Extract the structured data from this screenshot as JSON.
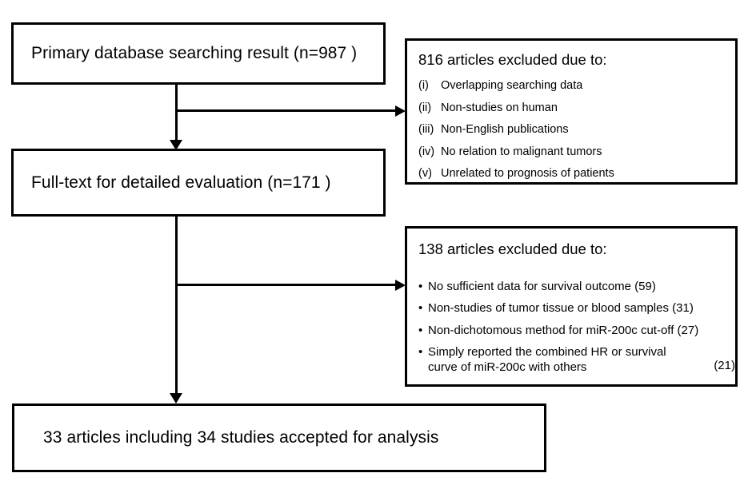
{
  "figure": {
    "type": "prisma-flowchart",
    "background_color": "#ffffff",
    "line_color": "#000000"
  },
  "stages": {
    "primary": {
      "label": "Primary database searching result (n=",
      "count": "987",
      "suffix": " )"
    },
    "fulltext": {
      "label": "Full-text for detailed evaluation (n=",
      "count": "171",
      "suffix": " )"
    },
    "accepted": {
      "label": "33 articles including  34 studies accepted for analysis"
    }
  },
  "exclusions": {
    "first": {
      "title": "816 articles excluded due to:",
      "items": [
        {
          "marker": "(i)",
          "text": "Overlapping searching data"
        },
        {
          "marker": "(ii)",
          "text": "Non-studies on human"
        },
        {
          "marker": "(iii)",
          "text": "Non-English publications"
        },
        {
          "marker": "(iv)",
          "text": "No relation to malignant tumors"
        },
        {
          "marker": "(v)",
          "text": "Unrelated to prognosis of patients"
        }
      ]
    },
    "second": {
      "title": "138 articles excluded due to:",
      "items": [
        {
          "marker": "•",
          "text": "No sufficient data for survival outcome (59)"
        },
        {
          "marker": "•",
          "text": "Non-studies of tumor tissue or blood samples (31)"
        },
        {
          "marker": "•",
          "text": "Non-dichotomous method for miR-200c cut-off (27)"
        },
        {
          "marker": "•",
          "text": "Simply reported the combined HR or survival",
          "text_line2": "curve of miR-200c with others",
          "trailing_count": "(21)"
        }
      ]
    }
  },
  "connectors": {
    "primary_to_fulltext": "arrow-down",
    "primary_to_exclusion_1": "arrow-right",
    "fulltext_to_accepted": "arrow-down",
    "fulltext_to_exclusion_2": "arrow-right"
  }
}
